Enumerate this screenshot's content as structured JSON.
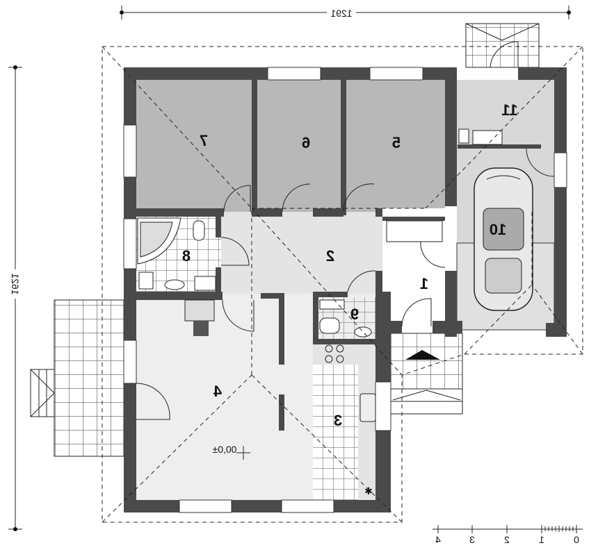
{
  "plan": {
    "width_dimension": "1291",
    "height_dimension": "1621",
    "level_marker": "±0,00",
    "rooms": [
      {
        "number": "1"
      },
      {
        "number": "2"
      },
      {
        "number": "3"
      },
      {
        "number": "4"
      },
      {
        "number": "5"
      },
      {
        "number": "6"
      },
      {
        "number": "7"
      },
      {
        "number": "8"
      },
      {
        "number": "9"
      },
      {
        "number": "10"
      },
      {
        "number": "11"
      }
    ],
    "scale_bar": {
      "labels": [
        "0",
        "1",
        "2",
        "3",
        "4"
      ],
      "unit_meters": 1
    }
  },
  "colors": {
    "wall": "#4a4a4a",
    "bedroom": "#b8b8b8",
    "garage": "#d8d8d8",
    "living": "#eeeeee",
    "corridor": "#e4e4e4"
  }
}
